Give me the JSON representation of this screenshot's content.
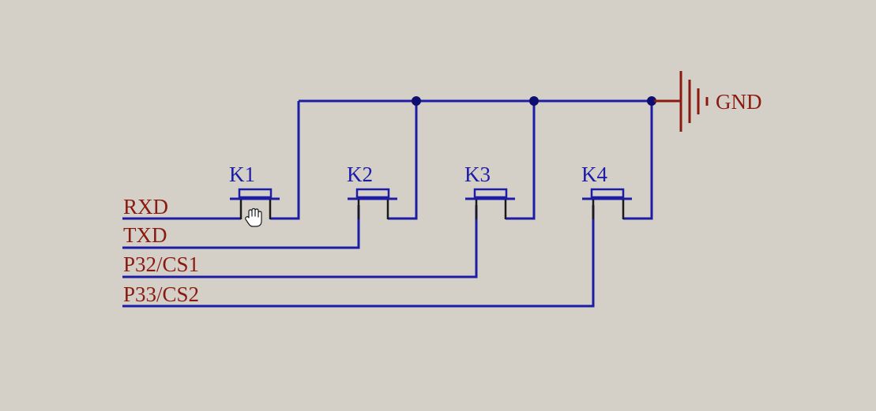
{
  "colors": {
    "background": "#d4d0c8",
    "wire": "#1c1ca6",
    "net_label": "#8a1a10",
    "ground": "#8a1a10",
    "pin": "#1a1a1a",
    "junction": "#0e0e70"
  },
  "switches": [
    {
      "ref": "K1"
    },
    {
      "ref": "K2"
    },
    {
      "ref": "K3"
    },
    {
      "ref": "K4"
    }
  ],
  "net_labels": [
    "RXD",
    "TXD",
    "P32/CS1",
    "P33/CS2"
  ],
  "ground": {
    "label": "GND",
    "icon": "ground-icon"
  },
  "cursor": {
    "icon": "hand-cursor-icon"
  }
}
